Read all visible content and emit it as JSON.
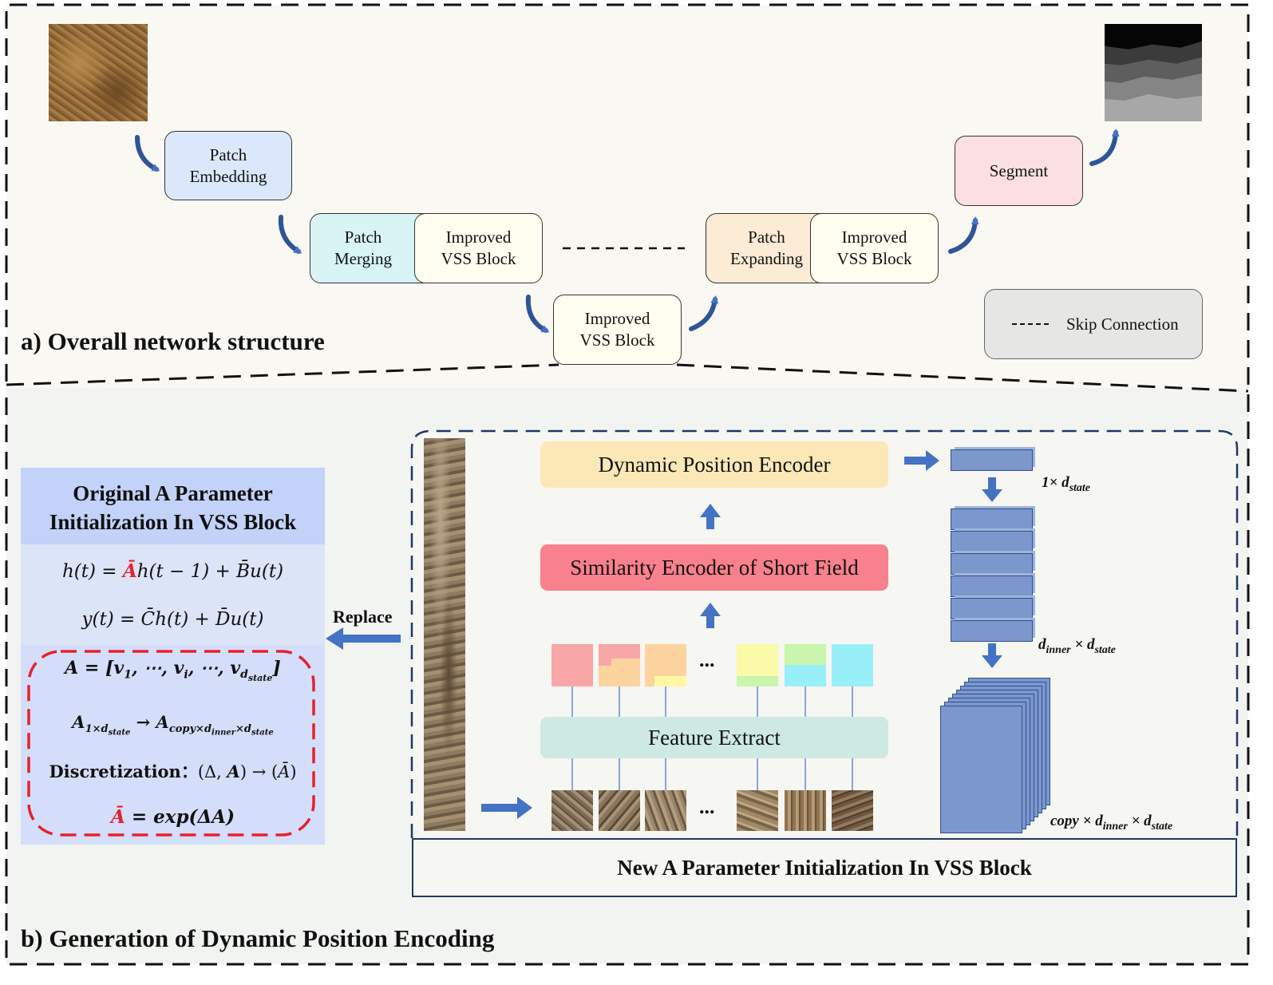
{
  "section_a": {
    "title": "a) Overall network structure",
    "patch_embedding": "Patch\nEmbedding",
    "patch_merging": "Patch\nMerging",
    "improved_vss_left": "Improved\nVSS Block",
    "improved_vss_bottom": "Improved\nVSS Block",
    "patch_expanding": "Patch\nExpanding",
    "improved_vss_right": "Improved\nVSS Block",
    "segment": "Segment",
    "legend_skip": "Skip Connection"
  },
  "section_b": {
    "title": "b) Generation of Dynamic Position Encoding",
    "original_title": "Original A Parameter\nInitialization In VSS Block",
    "eq_h": "h(t) = Āh(t − 1) + B̄u(t)",
    "eq_y": "y(t) = C̄h(t) + D̄u(t)",
    "eq_A": "A = [v₁, ⋯, vᵢ, ⋯, v_d_state]",
    "eq_copy": "A_1×d_state → A_copy×d_inner×d_state",
    "eq_disc": "Discretization：(Δ, A) → (Ā)",
    "eq_exp": "Ā = exp(ΔA)",
    "replace_label": "Replace",
    "dynamic_encoder": "Dynamic Position Encoder",
    "similarity_encoder": "Similarity Encoder of Short Field",
    "feature_extract": "Feature Extract",
    "ellipsis": "...",
    "new_init_label": "New A Parameter Initialization In VSS Block",
    "dim_1": "1× d",
    "dim_1_sub": "state",
    "dim_2a": "d",
    "dim_2a_sub": "inner",
    "dim_2b": " × d",
    "dim_2b_sub": "state",
    "dim_3a": "copy × d",
    "dim_3a_sub": "inner",
    "dim_3b": " × d",
    "dim_3b_sub": "state"
  },
  "colors": {
    "panel_a_bg": "#f9f8f3",
    "panel_b_bg": "#f1f4f1",
    "patch_embedding": "#dbe8fb",
    "patch_merging": "#d8f4f5",
    "improved_vss": "#fffef0",
    "patch_expanding": "#fcebd5",
    "segment": "#fbdfe2",
    "legend": "#e6e6e4",
    "original_box": "#d4defb",
    "original_title": "#c2d2f8",
    "dynamic_encoder": "#fce8b6",
    "similarity_encoder": "#f9808d",
    "feature_extract": "#cde9e2",
    "arrow_blue": "#4472c4",
    "block_blue": "#7b97cc",
    "dashed_red": "#e8202a"
  }
}
